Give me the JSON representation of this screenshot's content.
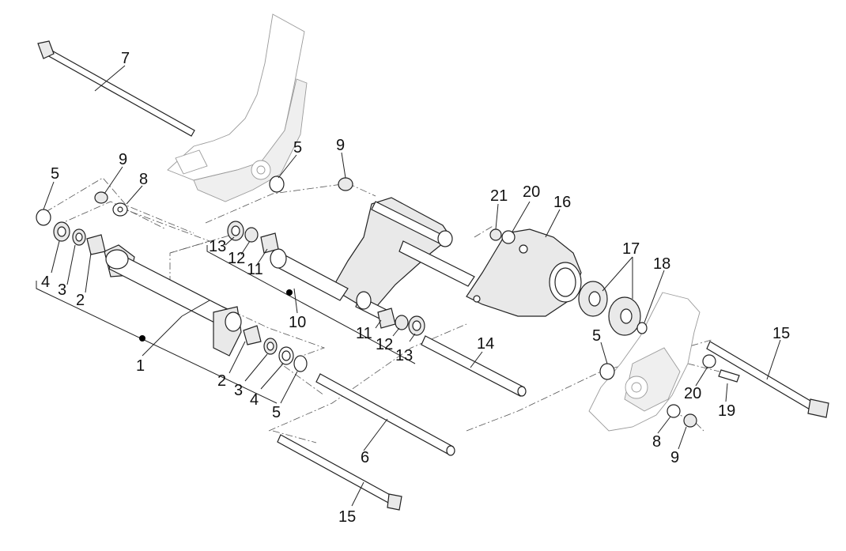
{
  "diagram": {
    "callouts": {
      "c1": "1",
      "c2a": "2",
      "c2b": "2",
      "c3a": "3",
      "c3b": "3",
      "c4a": "4",
      "c4b": "4",
      "c5a": "5",
      "c5b": "5",
      "c5c": "5",
      "c5d": "5",
      "c6": "6",
      "c7": "7",
      "c8a": "8",
      "c8b": "8",
      "c9a": "9",
      "c9b": "9",
      "c9c": "9",
      "c10": "10",
      "c11a": "11",
      "c11b": "11",
      "c12a": "12",
      "c12b": "12",
      "c13a": "13",
      "c13b": "13",
      "c14": "14",
      "c15a": "15",
      "c15b": "15",
      "c16": "16",
      "c17": "17",
      "c18": "18",
      "c19": "19",
      "c20a": "20",
      "c20b": "20",
      "c21": "21"
    }
  }
}
